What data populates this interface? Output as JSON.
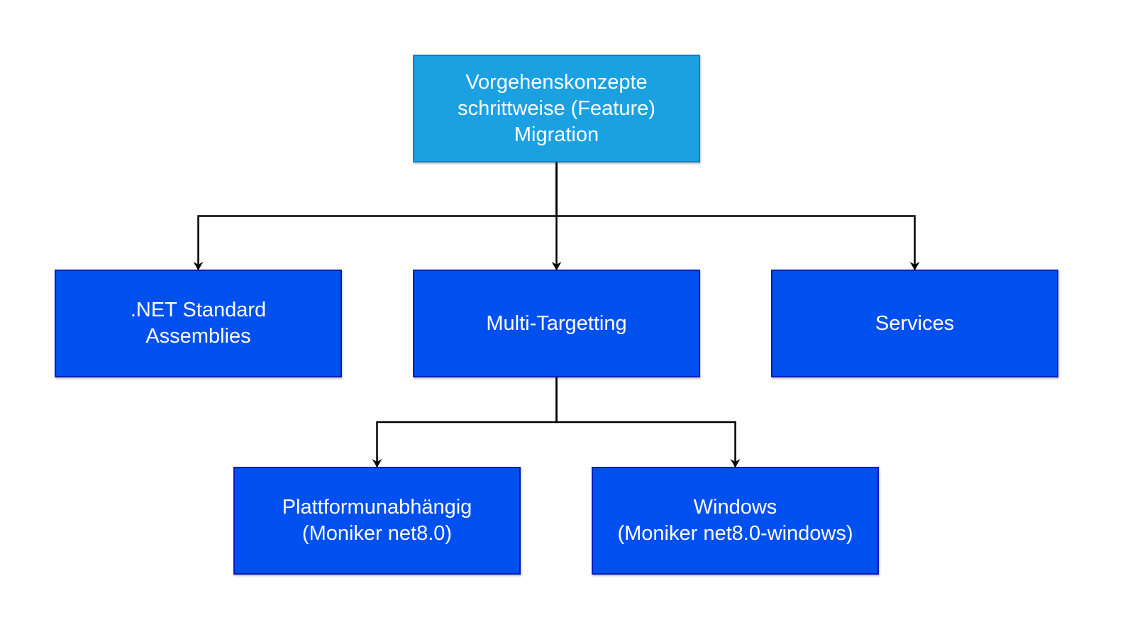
{
  "diagram": {
    "type": "hierarchy",
    "nodes": [
      {
        "id": "root",
        "label": "Vorgehenskonzepte\nschrittweise (Feature)\nMigration",
        "fill": "#1ba1e2"
      },
      {
        "id": "net-std",
        "label": ".NET Standard\nAssemblies",
        "fill": "#0050ef"
      },
      {
        "id": "multi",
        "label": "Multi-Targetting",
        "fill": "#0050ef"
      },
      {
        "id": "services",
        "label": "Services",
        "fill": "#0050ef"
      },
      {
        "id": "platform",
        "label": "Plattformunabhängig\n(Moniker net8.0)",
        "fill": "#0050ef"
      },
      {
        "id": "windows",
        "label": "Windows\n(Moniker net8.0-windows)",
        "fill": "#0050ef"
      }
    ],
    "edges": [
      {
        "from": "root",
        "to": "net-std"
      },
      {
        "from": "root",
        "to": "multi"
      },
      {
        "from": "root",
        "to": "services"
      },
      {
        "from": "multi",
        "to": "platform"
      },
      {
        "from": "multi",
        "to": "windows"
      }
    ],
    "colors": {
      "root_fill": "#1ba1e2",
      "child_fill": "#0050ef",
      "text": "#ffffff",
      "edge": "#000000"
    }
  }
}
